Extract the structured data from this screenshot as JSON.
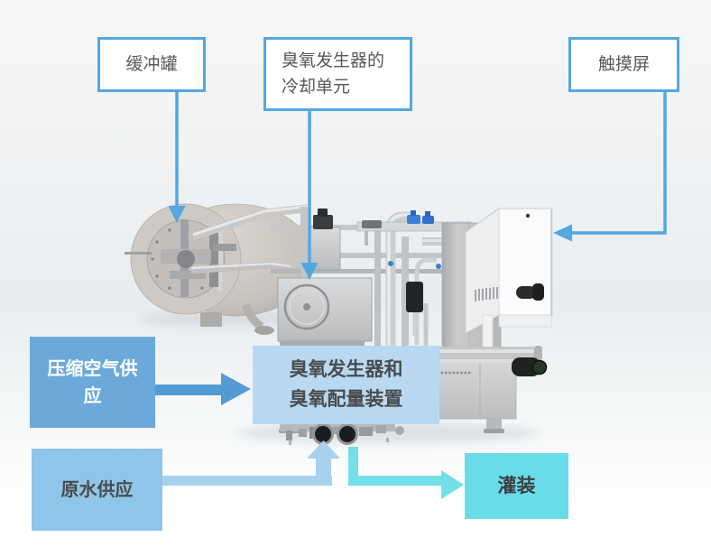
{
  "diagram": {
    "callouts": {
      "buffer_tank": {
        "label": "缓冲罐"
      },
      "cooling_unit": {
        "line1": "臭氧发生器的",
        "line2": "冷却单元"
      },
      "touch_screen": {
        "label": "触摸屏"
      }
    },
    "flow": {
      "compressed_air": {
        "line1": "压缩空气供",
        "line2": "应"
      },
      "ozone_generator": {
        "line1": "臭氧发生器和",
        "line2": "臭氧配量装置"
      },
      "raw_water": {
        "label": "原水供应"
      },
      "filling": {
        "label": "灌装"
      }
    },
    "connectors": [
      "arrow-down-to-buffer-tank",
      "arrow-down-to-cooling-unit",
      "arrow-left-to-touch-screen",
      "arrow-right-compressed-air-to-ozone-generator",
      "arrow-up-raw-water-to-machine",
      "arrow-right-machine-to-filling"
    ],
    "colors": {
      "callout_border": "#54a7e0",
      "connector_blue": "#54a7e0",
      "compressed_air_box": "#6aa9d9",
      "compressed_air_arrow": "#549bd4",
      "ozone_box": "#b9d9f2",
      "raw_water_box": "#8fc5e9",
      "raw_water_arrow": "#a8d1ee",
      "filling_box": "#68dce7",
      "teal_connector": "#72dfe9",
      "text_dark": "#4a4b4d"
    }
  }
}
